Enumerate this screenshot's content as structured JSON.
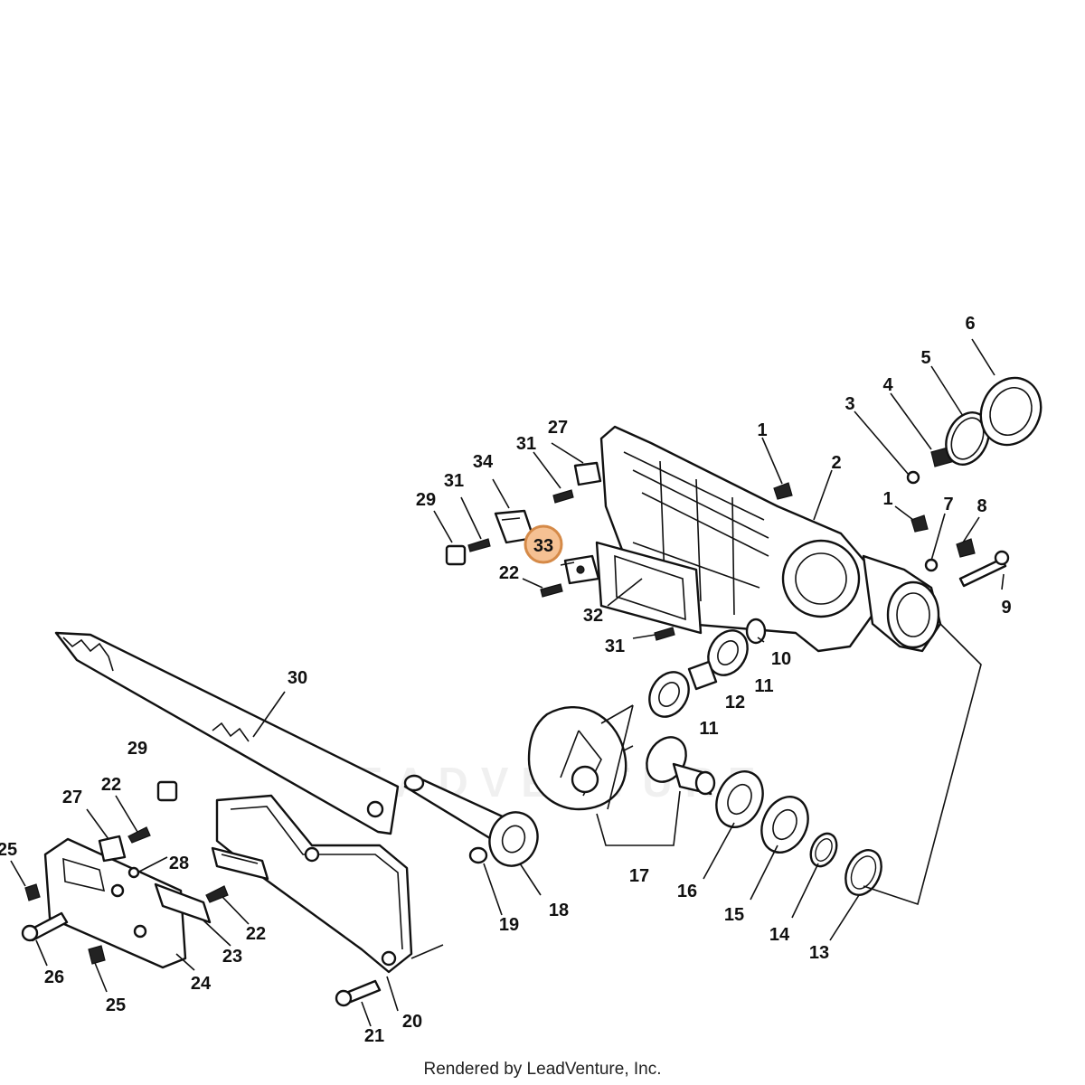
{
  "watermark": "LEADVENTURE",
  "footer": "Rendered by LeadVenture, Inc.",
  "highlighted_callout": "33",
  "callouts": [
    "1",
    "1",
    "2",
    "3",
    "4",
    "5",
    "6",
    "7",
    "8",
    "9",
    "10",
    "11",
    "11",
    "12",
    "13",
    "14",
    "15",
    "16",
    "17",
    "18",
    "19",
    "20",
    "21",
    "22",
    "22",
    "22",
    "23",
    "24",
    "25",
    "25",
    "26",
    "27",
    "27",
    "28",
    "29",
    "29",
    "30",
    "31",
    "31",
    "31",
    "32",
    "33",
    "34"
  ],
  "colors": {
    "line": "#111111",
    "highlight_fill": "#f5c193",
    "highlight_stroke": "#d58a48"
  }
}
